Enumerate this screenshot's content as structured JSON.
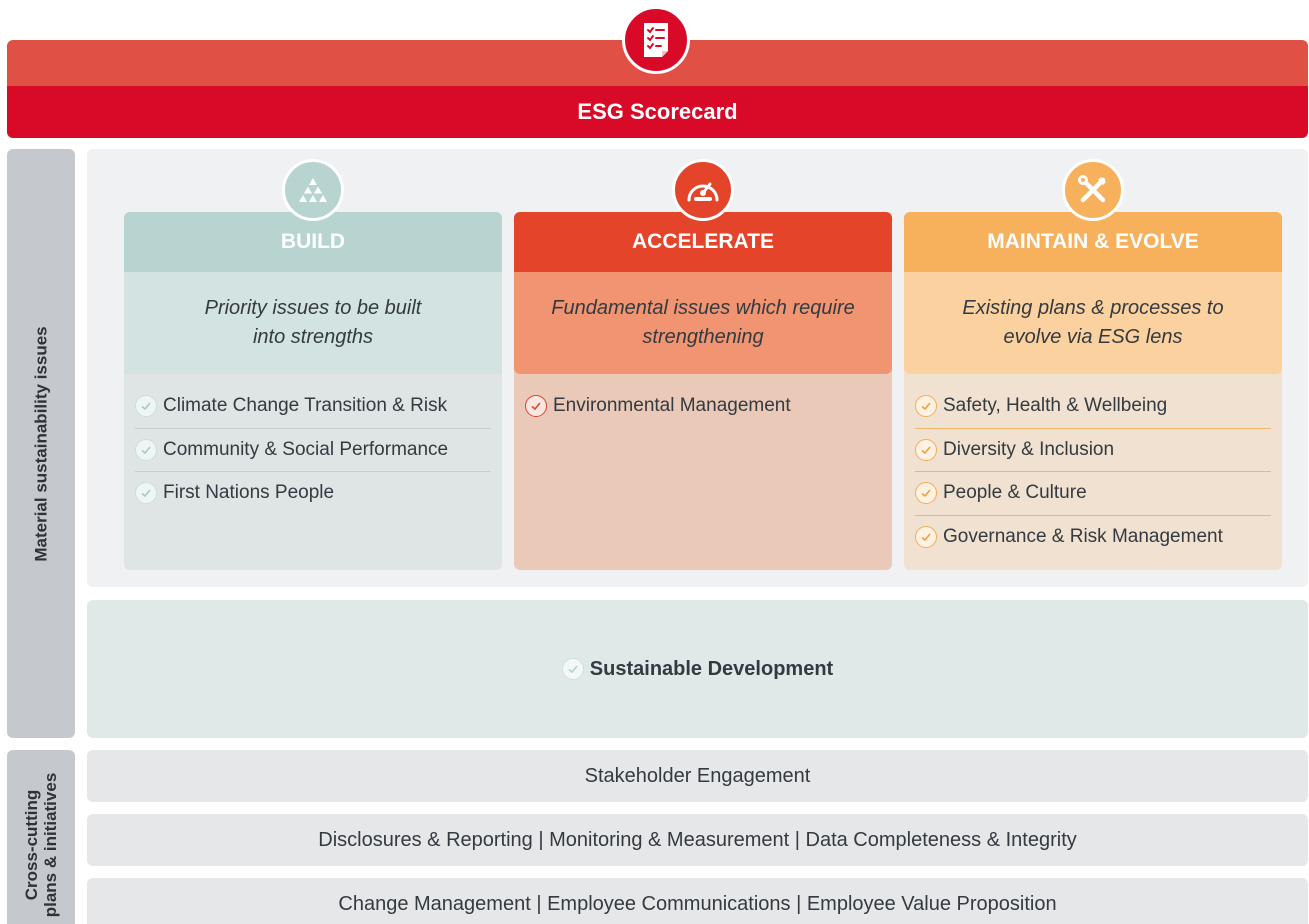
{
  "header": {
    "title": "ESG Scorecard",
    "icon": "checklist-icon",
    "colors": {
      "top": "#e05045",
      "bottom": "#d80a28"
    }
  },
  "side_labels": {
    "material": "Material sustainability issues",
    "cross_line1": "Cross-cutting",
    "cross_line2": "plans & initiatives"
  },
  "columns": [
    {
      "title": "BUILD",
      "icon": "pyramid-icon",
      "description_line1": "Priority issues to be built",
      "description_line2": "into strengths",
      "items": [
        "Climate Change Transition & Risk",
        "Community & Social Performance",
        "First Nations People"
      ],
      "color": "#b8d4d1"
    },
    {
      "title": "ACCELERATE",
      "icon": "speedometer-icon",
      "description_line1": "Fundamental issues which require",
      "description_line2": "strengthening",
      "items": [
        "Environmental Management"
      ],
      "color": "#e4442a"
    },
    {
      "title": "MAINTAIN & EVOLVE",
      "icon": "tools-icon",
      "description_line1": "Existing plans & processes to",
      "description_line2": "evolve via ESG lens",
      "items": [
        "Safety, Health & Wellbeing",
        "Diversity & Inclusion",
        "People & Culture",
        "Governance & Risk Management"
      ],
      "color": "#f7b05c"
    }
  ],
  "sustainable": {
    "label": "Sustainable Development"
  },
  "cross_cutting": [
    "Stakeholder Engagement",
    "Disclosures & Reporting | Monitoring & Measurement | Data Completeness & Integrity",
    "Change Management | Employee Communications | Employee Value Proposition"
  ]
}
